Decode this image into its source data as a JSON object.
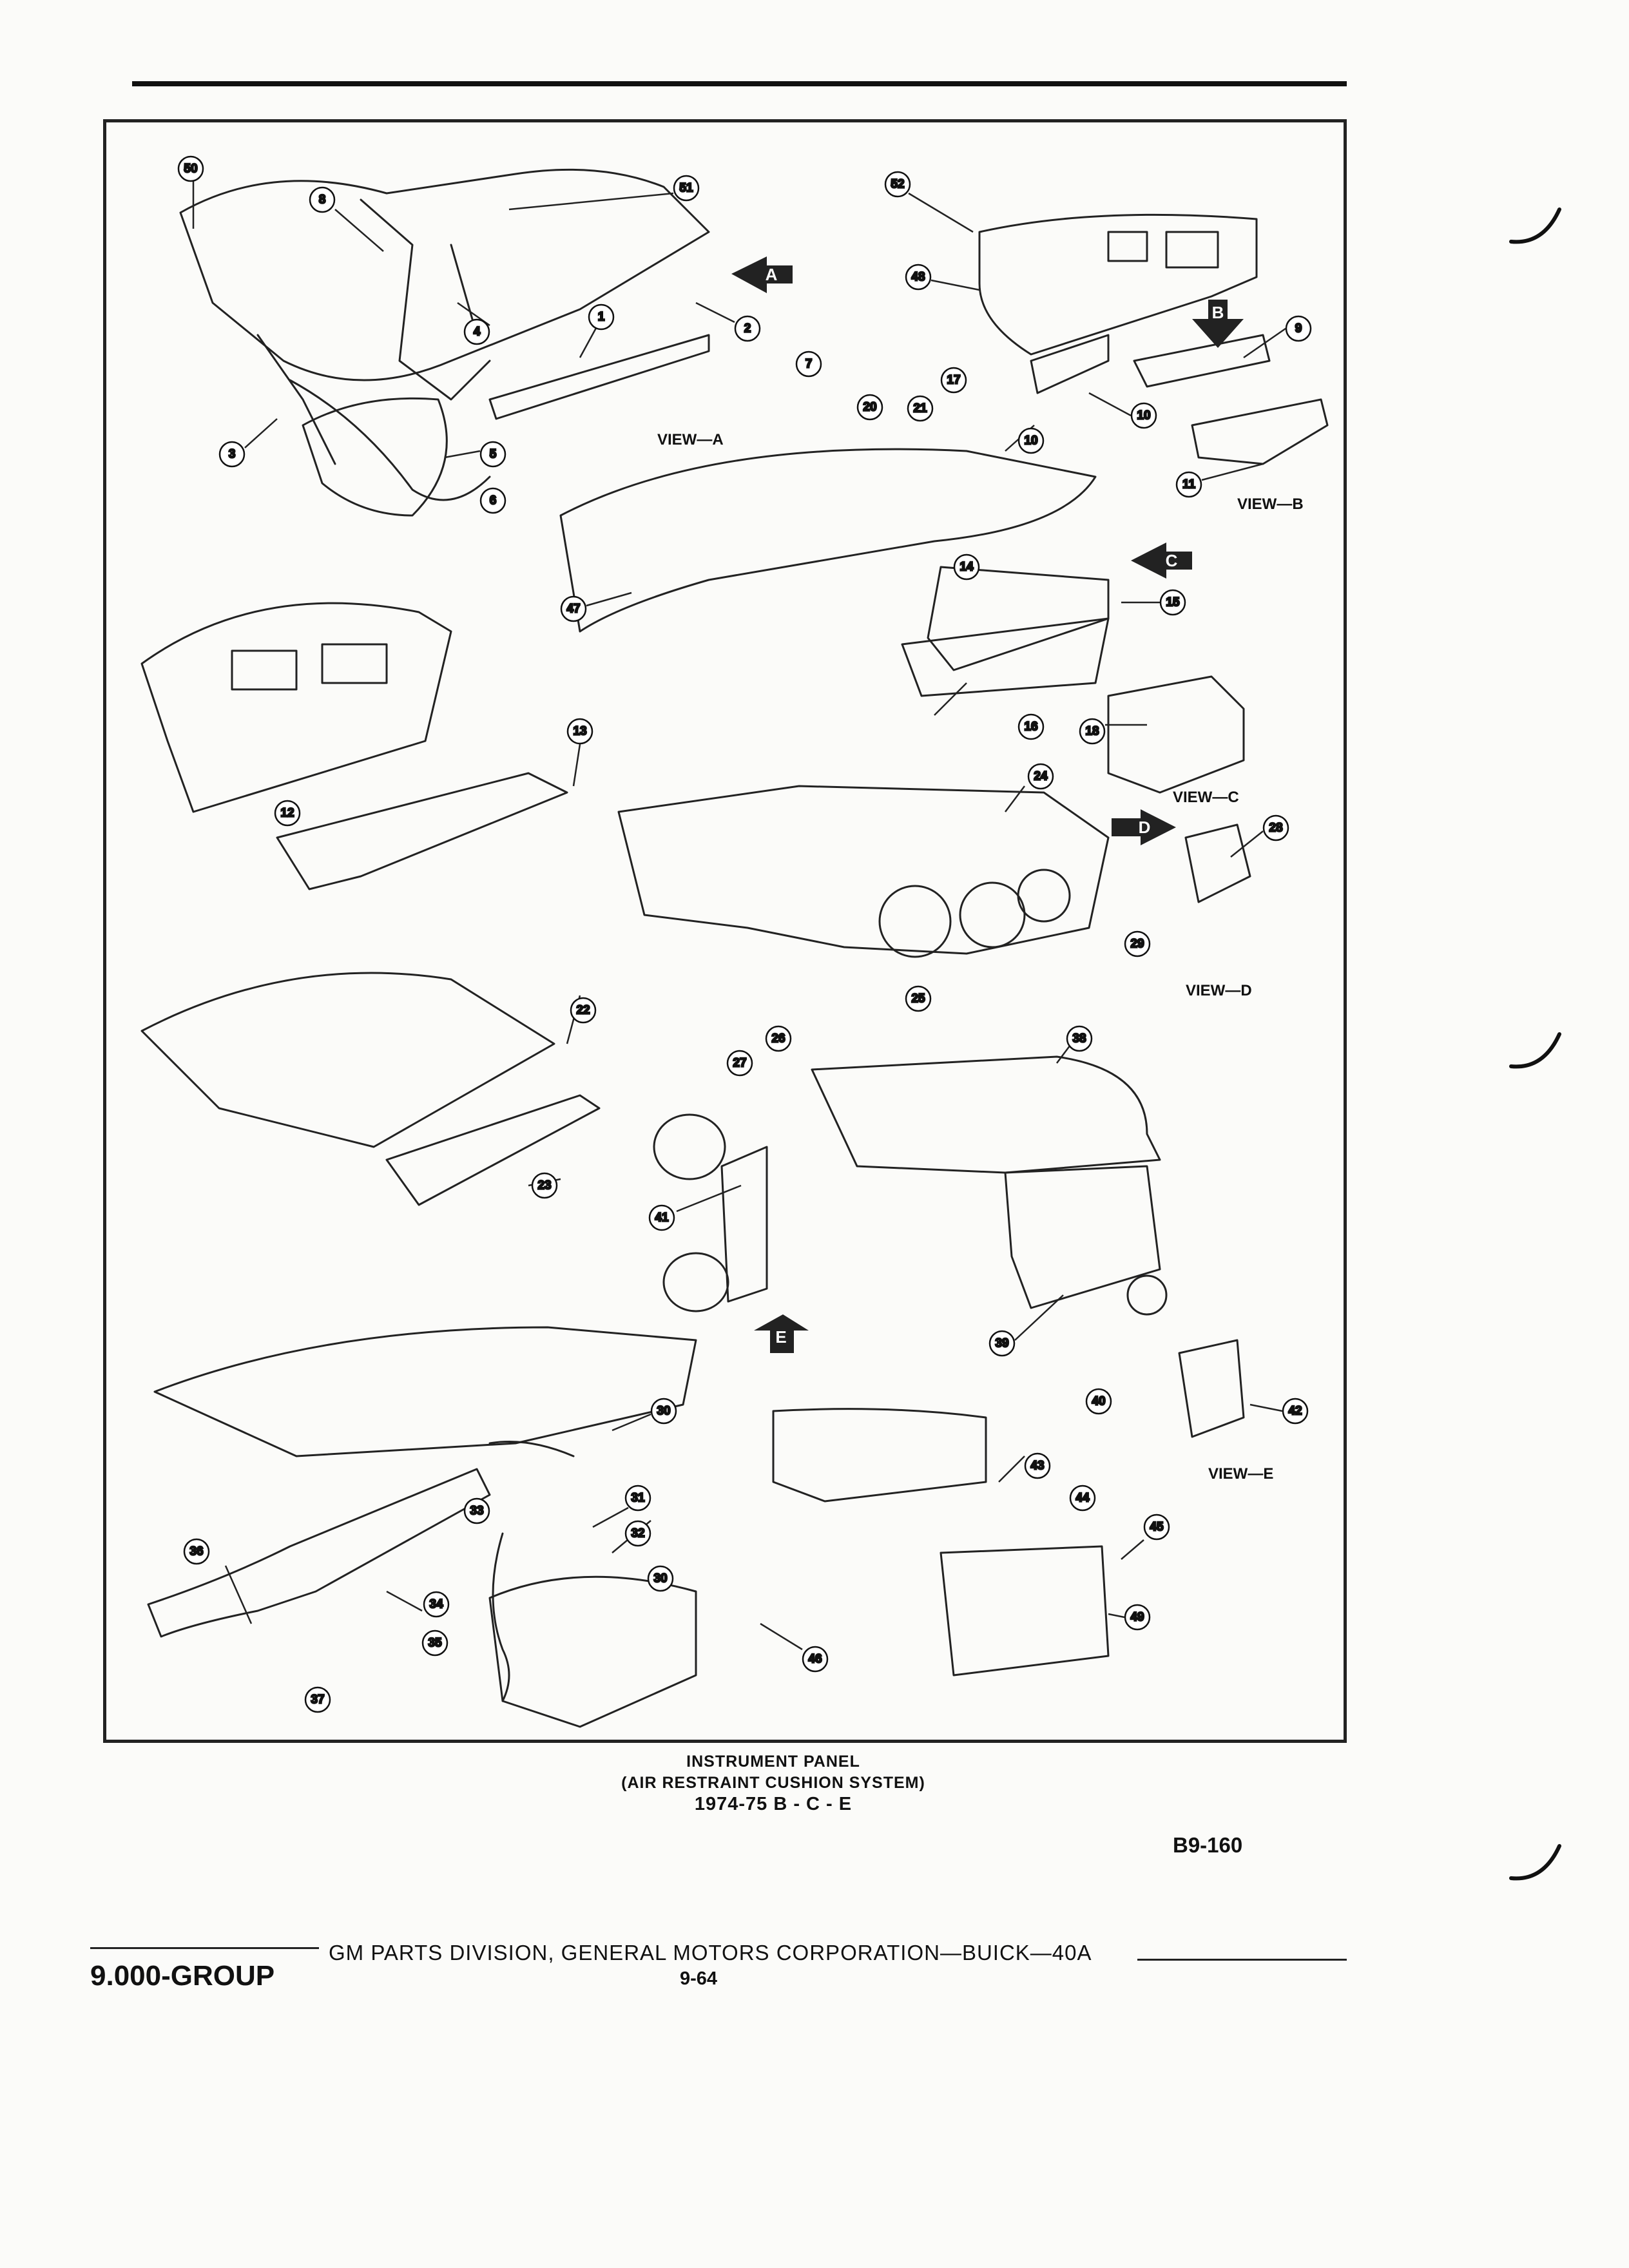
{
  "caption": {
    "line1": "INSTRUMENT PANEL",
    "line2": "(AIR RESTRAINT CUSHION SYSTEM)",
    "line3": "1974-75 B - C - E"
  },
  "figure_id": "B9-160",
  "footer": {
    "group": "9.000-GROUP",
    "publisher": "GM PARTS DIVISION, GENERAL MOTORS CORPORATION—BUICK—40A",
    "page": "9-64"
  },
  "view_labels": [
    "VIEW—A",
    "VIEW—B",
    "VIEW—C",
    "VIEW—D",
    "VIEW—E"
  ],
  "view_arrows": [
    "A",
    "B",
    "C",
    "D",
    "E"
  ],
  "callouts": [
    "50",
    "8",
    "51",
    "52",
    "48",
    "2",
    "1",
    "4",
    "3",
    "5",
    "6",
    "7",
    "9",
    "17",
    "10",
    "20",
    "21",
    "11",
    "47",
    "14",
    "15",
    "16",
    "13",
    "12",
    "18",
    "24",
    "28",
    "29",
    "25",
    "22",
    "27",
    "26",
    "38",
    "41",
    "23",
    "39",
    "40",
    "42",
    "30",
    "31",
    "33",
    "32",
    "34",
    "36",
    "35",
    "37",
    "43",
    "44",
    "45",
    "49",
    "46"
  ],
  "icons": [
    "margin-hook-icon"
  ]
}
